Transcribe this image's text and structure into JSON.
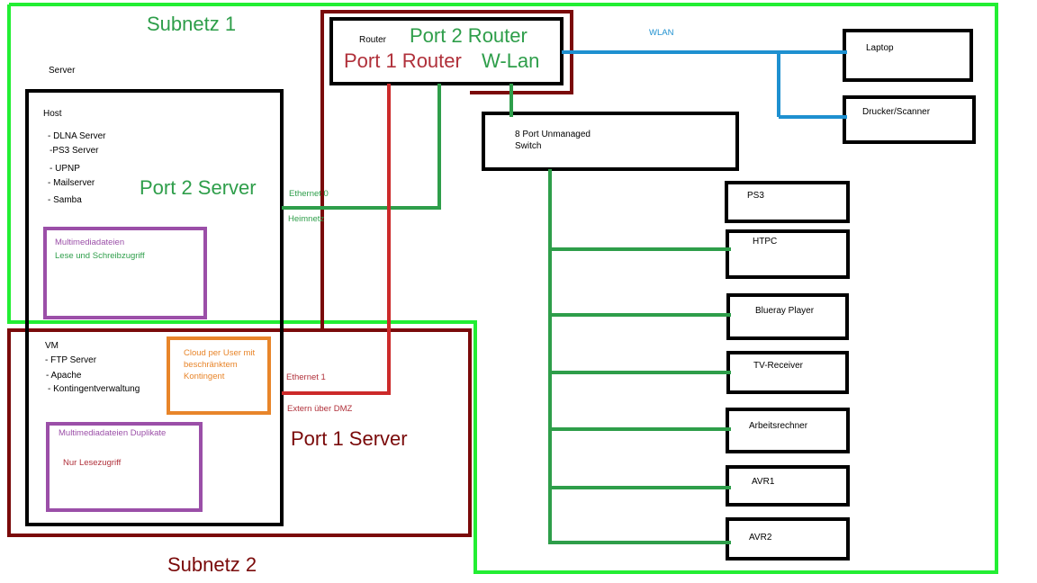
{
  "colors": {
    "subnet1": "#22ee33",
    "subnet2": "#7a0a0a",
    "device_border": "#000000",
    "ethernet0": "#2e9e4a",
    "ethernet1": "#cc2a2a",
    "wlan": "#1e90d0",
    "lan": "#2e9e4a",
    "share_rw": "#9b4fa8",
    "share_ro": "#9b4fa8",
    "cloud": "#e8852a",
    "text_green": "#2e9e4a",
    "text_red": "#b0303a",
    "text_blue": "#1e90d0",
    "text_purple": "#9b4fa8",
    "text_orange": "#e8852a",
    "text_dark_red": "#7a0a0a"
  },
  "subnets": {
    "subnet1_label": "Subnetz 1",
    "subnet2_label": "Subnetz 2"
  },
  "router": {
    "label": "Router",
    "port2_label": "Port 2 Router",
    "port1_label": "Port 1 Router",
    "wlan_label": "W-Lan"
  },
  "server": {
    "label": "Server",
    "host": {
      "label": "Host",
      "services": [
        "- DLNA Server",
        "-PS3 Server",
        "- UPNP",
        "- Mailserver",
        "- Samba"
      ],
      "port_label": "Port 2 Server",
      "share": {
        "title": "Multimediadateien",
        "access": "Lese und Schreibzugriff"
      }
    },
    "vm": {
      "label": "VM",
      "services": [
        "- FTP Server",
        "- Apache",
        "- Kontingentverwaltung"
      ],
      "port_label": "Port 1 Server",
      "cloud": [
        "Cloud per User mit",
        "beschränktem",
        "Kontingent"
      ],
      "share": {
        "title": "Multimediadateien Duplikate",
        "access": "Nur Lesezugriff"
      }
    }
  },
  "links": {
    "ethernet0": "Ethernet 0",
    "ethernet0_sub": "Heimnetz",
    "ethernet1": "Ethernet 1",
    "ethernet1_sub": "Extern über DMZ",
    "wlan": "WLAN"
  },
  "switch": {
    "line1": "8 Port Unmanaged",
    "line2": "Switch"
  },
  "wlan_devices": [
    "Laptop",
    "Drucker/Scanner"
  ],
  "lan_devices": [
    "PS3",
    "HTPC",
    "Blueray Player",
    "TV-Receiver",
    "Arbeitsrechner",
    "AVR1",
    "AVR2"
  ]
}
